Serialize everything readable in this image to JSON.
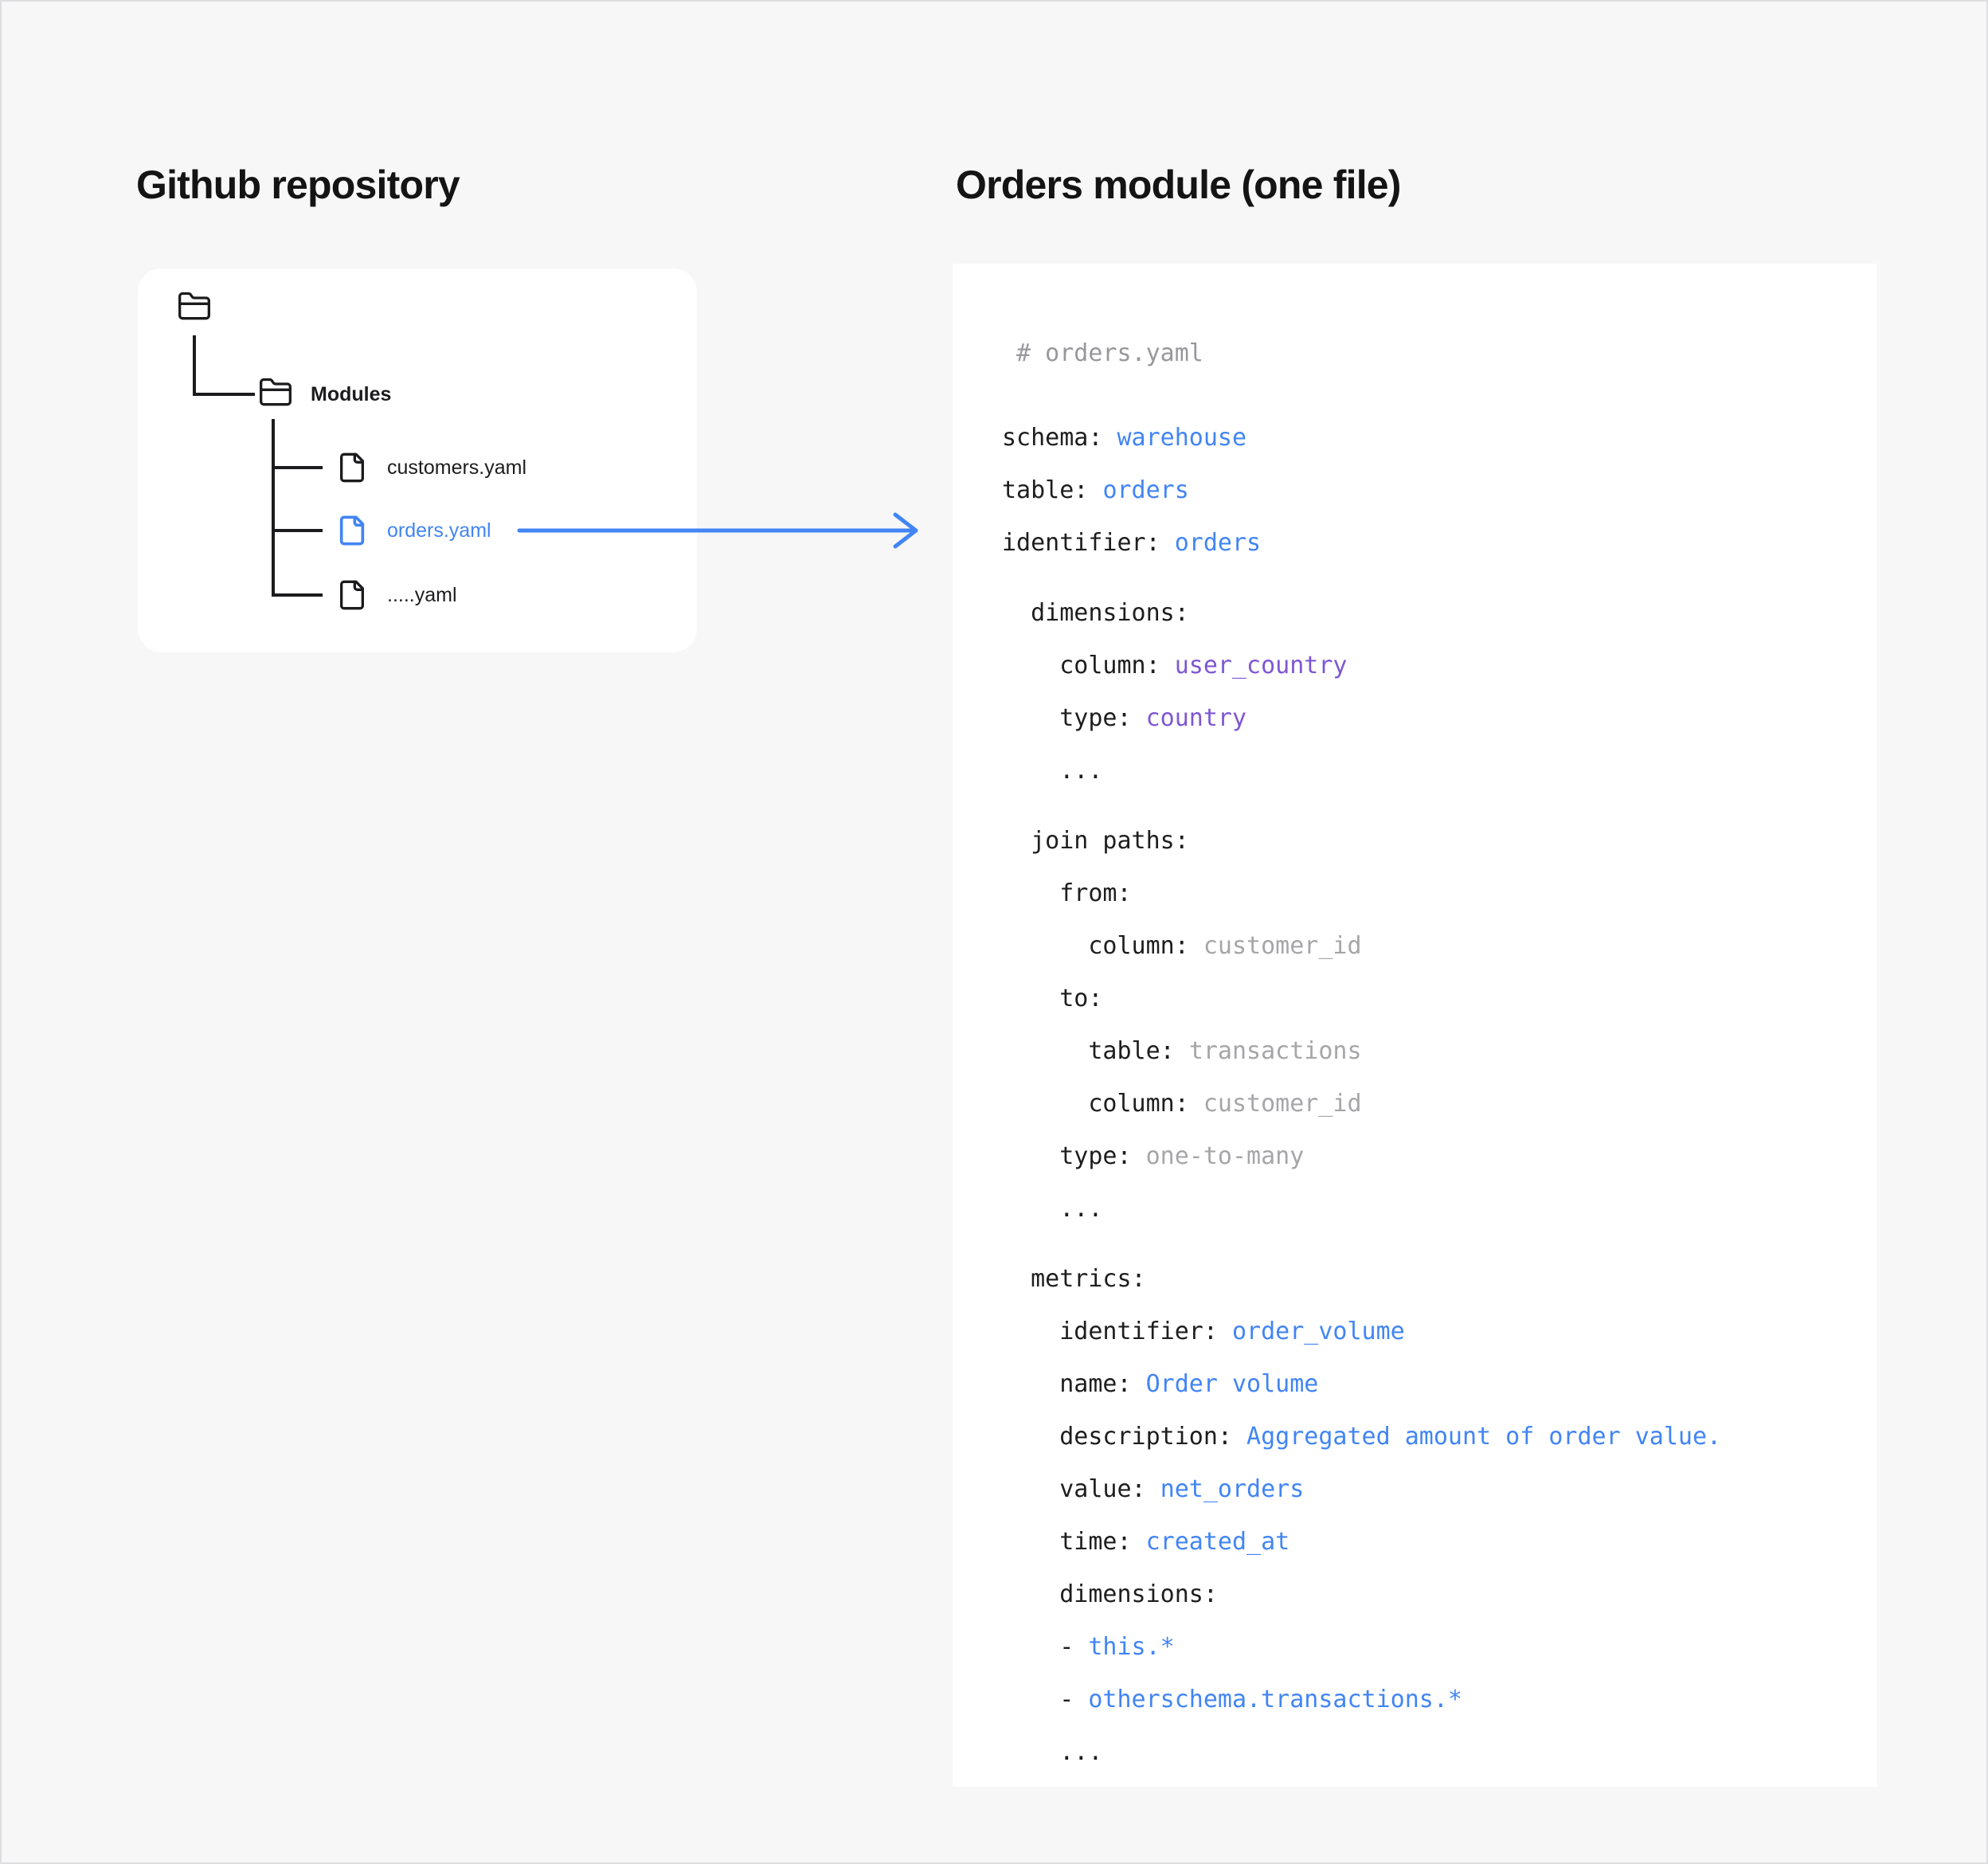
{
  "titles": {
    "left": "Github repository",
    "right": "Orders module (one file)"
  },
  "tree": {
    "modules_label": "Modules",
    "files": [
      {
        "name": "customers.yaml",
        "highlighted": false
      },
      {
        "name": "orders.yaml",
        "highlighted": true
      },
      {
        "name": ".....yaml",
        "highlighted": false
      }
    ]
  },
  "code": {
    "filename_comment": "# orders.yaml",
    "lines": [
      {
        "cls": "comment-line",
        "tokens": [
          [
            "comment",
            " # orders.yaml"
          ]
        ]
      },
      {
        "tokens": [
          [
            "key",
            "schema: "
          ],
          [
            "blue",
            "warehouse"
          ]
        ]
      },
      {
        "tokens": [
          [
            "key",
            "table: "
          ],
          [
            "blue",
            "orders"
          ]
        ]
      },
      {
        "tokens": [
          [
            "key",
            "identifier: "
          ],
          [
            "blue",
            "orders"
          ]
        ]
      },
      {
        "cls": "gap",
        "tokens": [
          [
            "key",
            "  dimensions:"
          ]
        ]
      },
      {
        "tokens": [
          [
            "key",
            "    column: "
          ],
          [
            "purple",
            "user_country"
          ]
        ]
      },
      {
        "tokens": [
          [
            "key",
            "    type: "
          ],
          [
            "purple",
            "country"
          ]
        ]
      },
      {
        "tokens": [
          [
            "key",
            "    ..."
          ]
        ]
      },
      {
        "cls": "gap",
        "tokens": [
          [
            "key",
            "  join paths:"
          ]
        ]
      },
      {
        "tokens": [
          [
            "key",
            "    from:"
          ]
        ]
      },
      {
        "tokens": [
          [
            "key",
            "      column: "
          ],
          [
            "muted",
            "customer_id"
          ]
        ]
      },
      {
        "tokens": [
          [
            "key",
            "    to:"
          ]
        ]
      },
      {
        "tokens": [
          [
            "key",
            "      table: "
          ],
          [
            "muted",
            "transactions"
          ]
        ]
      },
      {
        "tokens": [
          [
            "key",
            "      column: "
          ],
          [
            "muted",
            "customer_id"
          ]
        ]
      },
      {
        "tokens": [
          [
            "key",
            "    type: "
          ],
          [
            "muted",
            "one-to-many"
          ]
        ]
      },
      {
        "tokens": [
          [
            "key",
            "    ..."
          ]
        ]
      },
      {
        "cls": "gap",
        "tokens": [
          [
            "key",
            "  metrics:"
          ]
        ]
      },
      {
        "tokens": [
          [
            "key",
            "    identifier: "
          ],
          [
            "blue",
            "order_volume"
          ]
        ]
      },
      {
        "tokens": [
          [
            "key",
            "    name: "
          ],
          [
            "blue",
            "Order volume"
          ]
        ]
      },
      {
        "tokens": [
          [
            "key",
            "    description: "
          ],
          [
            "blue",
            "Aggregated amount of order value."
          ]
        ]
      },
      {
        "tokens": [
          [
            "key",
            "    value: "
          ],
          [
            "blue",
            "net_orders"
          ]
        ]
      },
      {
        "tokens": [
          [
            "key",
            "    time: "
          ],
          [
            "blue",
            "created_at"
          ]
        ]
      },
      {
        "tokens": [
          [
            "key",
            "    dimensions:"
          ]
        ]
      },
      {
        "tokens": [
          [
            "key",
            "    - "
          ],
          [
            "blue",
            "this.*"
          ]
        ]
      },
      {
        "tokens": [
          [
            "key",
            "    - "
          ],
          [
            "blue",
            "otherschema.transactions.*"
          ]
        ]
      },
      {
        "tokens": [
          [
            "key",
            "    ..."
          ]
        ]
      }
    ]
  },
  "colors": {
    "background": "#f7f7f8",
    "card": "#ffffff",
    "ink": "#1c1c1e",
    "accent_blue": "#4285f4",
    "accent_purple": "#7e57d2",
    "muted_gray": "#a6a6a9",
    "comment_gray": "#98989c"
  }
}
